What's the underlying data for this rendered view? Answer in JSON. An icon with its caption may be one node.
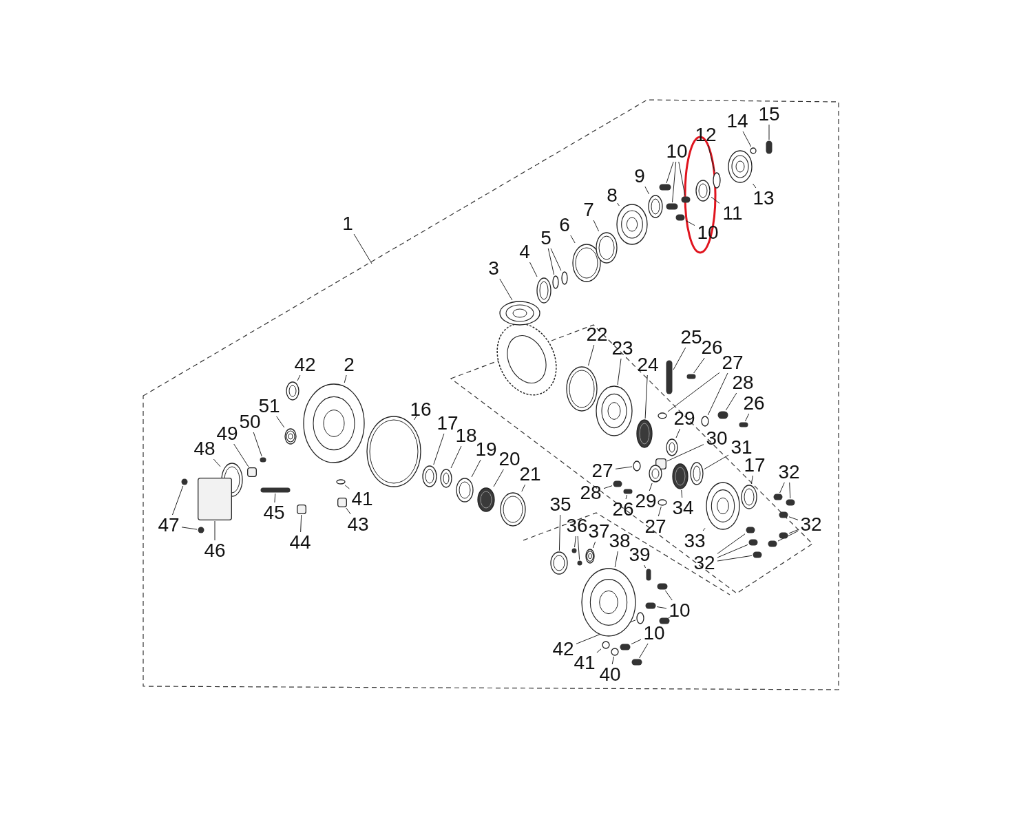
{
  "diagram": {
    "nodes": [
      {
        "text": [
          "1"
        ]
      },
      {
        "text": [
          "2"
        ]
      },
      {
        "text": [
          "3"
        ]
      },
      {
        "text": [
          "4"
        ]
      },
      {
        "text": [
          "5"
        ]
      },
      {
        "text": [
          "6"
        ]
      },
      {
        "text": [
          "7"
        ]
      },
      {
        "text": [
          "8"
        ]
      },
      {
        "text": [
          "9"
        ]
      },
      {
        "text": [
          "10"
        ]
      },
      {
        "text": [
          "12"
        ]
      },
      {
        "text": [
          "14"
        ]
      },
      {
        "text": [
          "15"
        ]
      },
      {
        "text": [
          "13"
        ]
      },
      {
        "text": [
          "11"
        ]
      },
      {
        "text": [
          "10"
        ]
      },
      {
        "text": [
          "42"
        ]
      },
      {
        "text": [
          "51"
        ]
      },
      {
        "text": [
          "50"
        ]
      },
      {
        "text": [
          "49"
        ]
      },
      {
        "text": [
          "48"
        ]
      },
      {
        "text": [
          "47"
        ]
      },
      {
        "text": [
          "46"
        ]
      },
      {
        "text": [
          "45"
        ]
      },
      {
        "text": [
          "44"
        ]
      },
      {
        "text": [
          "43"
        ]
      },
      {
        "text": [
          "41"
        ]
      },
      {
        "text": [
          "16"
        ]
      },
      {
        "text": [
          "17"
        ]
      },
      {
        "text": [
          "18"
        ]
      },
      {
        "text": [
          "19"
        ]
      },
      {
        "text": [
          "20"
        ]
      },
      {
        "text": [
          "21"
        ]
      },
      {
        "text": [
          "22"
        ]
      },
      {
        "text": [
          "23"
        ]
      },
      {
        "text": [
          "24"
        ]
      },
      {
        "text": [
          "25"
        ]
      },
      {
        "text": [
          "26"
        ]
      },
      {
        "text": [
          "27"
        ]
      },
      {
        "text": [
          "28"
        ]
      },
      {
        "text": [
          "26"
        ]
      },
      {
        "text": [
          "29"
        ]
      },
      {
        "text": [
          "30"
        ]
      },
      {
        "text": [
          "31"
        ]
      },
      {
        "text": [
          "17"
        ]
      },
      {
        "text": [
          "32"
        ]
      },
      {
        "text": [
          "32"
        ]
      },
      {
        "text": [
          "32"
        ]
      },
      {
        "text": [
          "33"
        ]
      },
      {
        "text": [
          "34"
        ]
      },
      {
        "text": [
          "27"
        ]
      },
      {
        "text": [
          "29"
        ]
      },
      {
        "text": [
          "26"
        ]
      },
      {
        "text": [
          "28"
        ]
      },
      {
        "text": [
          "27"
        ]
      },
      {
        "text": [
          "35"
        ]
      },
      {
        "text": [
          "36"
        ]
      },
      {
        "text": [
          "37"
        ]
      },
      {
        "text": [
          "38"
        ]
      },
      {
        "text": [
          "39"
        ]
      },
      {
        "text": [
          "10"
        ]
      },
      {
        "text": [
          "10"
        ]
      },
      {
        "text": [
          "42"
        ]
      },
      {
        "text": [
          "41"
        ]
      },
      {
        "text": [
          "40"
        ]
      },
      {
        "text": [],
        "shape": "picture"
      },
      {
        "text": [],
        "shape": "picture"
      },
      {
        "text": [],
        "shape": "circle"
      },
      {
        "text": [],
        "shape": "circle"
      },
      {
        "text": [],
        "shape": "circle"
      },
      {
        "text": [],
        "shape": "circle"
      },
      {
        "text": [],
        "shape": "circle"
      },
      {
        "text": [],
        "shape": "picture"
      },
      {
        "text": [],
        "shape": "circle"
      },
      {
        "text": [],
        "shape": "bar"
      },
      {
        "text": [],
        "shape": "bar"
      },
      {
        "text": [],
        "shape": "bar"
      },
      {
        "text": [],
        "shape": "circle"
      },
      {
        "text": [],
        "shape": "circle"
      },
      {
        "text": [],
        "shape": "bar"
      },
      {
        "text": [],
        "shape": "picture"
      },
      {
        "text": [],
        "shape": "circle"
      },
      {
        "text": [],
        "shape": "bar"
      },
      {
        "text": [],
        "shape": "circle"
      },
      {
        "text": [],
        "shape": "picture"
      },
      {
        "text": [],
        "shape": "bar"
      },
      {
        "text": [],
        "shape": "box"
      },
      {
        "text": [],
        "shape": "circle"
      },
      {
        "text": [],
        "shape": "bar"
      },
      {
        "text": [],
        "shape": "bar"
      },
      {
        "text": [],
        "shape": "box"
      },
      {
        "text": [],
        "shape": "bar"
      },
      {
        "text": [],
        "shape": "box"
      },
      {
        "text": [],
        "shape": "box"
      },
      {
        "text": [],
        "shape": "circle"
      },
      {
        "text": [],
        "shape": "circle"
      },
      {
        "text": [],
        "shape": "circle"
      },
      {
        "text": [],
        "shape": "circle"
      },
      {
        "text": [],
        "shape": "circle"
      },
      {
        "text": [],
        "shape": "circle"
      },
      {
        "text": [],
        "shape": "circle"
      },
      {
        "text": [],
        "shape": "circle"
      },
      {
        "text": [],
        "shape": "picture"
      },
      {
        "text": [],
        "shape": "circle"
      },
      {
        "text": [],
        "shape": "bar"
      },
      {
        "text": [],
        "shape": "bar"
      },
      {
        "text": [],
        "shape": "circle"
      },
      {
        "text": [],
        "shape": "circle"
      },
      {
        "text": [],
        "shape": "bar"
      },
      {
        "text": [],
        "shape": "bar"
      },
      {
        "text": [],
        "shape": "circle"
      },
      {
        "text": [],
        "shape": "box"
      },
      {
        "text": [],
        "shape": "circle"
      },
      {
        "text": [],
        "shape": "circle"
      },
      {
        "text": [],
        "shape": "bar"
      },
      {
        "text": [],
        "shape": "bar"
      },
      {
        "text": [],
        "shape": "bar"
      },
      {
        "text": [],
        "shape": "bar"
      },
      {
        "text": [],
        "shape": "bar"
      },
      {
        "text": [],
        "shape": "bar"
      },
      {
        "text": [],
        "shape": "bar"
      },
      {
        "text": [],
        "shape": "bar"
      },
      {
        "text": [],
        "shape": "picture"
      },
      {
        "text": [],
        "shape": "circle"
      },
      {
        "text": [],
        "shape": "circle"
      },
      {
        "text": [],
        "shape": "circle"
      },
      {
        "text": [],
        "shape": "bar"
      },
      {
        "text": [],
        "shape": "bar"
      },
      {
        "text": [],
        "shape": "circle"
      },
      {
        "text": [],
        "shape": "circle"
      },
      {
        "text": [],
        "shape": "bar"
      },
      {
        "text": [],
        "shape": "bar"
      },
      {
        "text": [],
        "shape": "picture"
      },
      {
        "text": [],
        "shape": "picture"
      },
      {
        "text": [],
        "shape": "bar"
      },
      {
        "text": [],
        "shape": "bar"
      },
      {
        "text": [],
        "shape": "bar"
      },
      {
        "text": [],
        "shape": "bar"
      },
      {
        "text": [],
        "shape": "bar"
      },
      {
        "text": [],
        "shape": "bar"
      },
      {
        "text": [],
        "shape": "circle"
      },
      {
        "text": [],
        "shape": "circle"
      },
      {
        "text": [],
        "shape": "circle"
      }
    ],
    "edges": [
      {
        "from": 0,
        "to": null,
        "arrow": "none"
      },
      {
        "from": 1,
        "to": 65,
        "arrow": "none"
      },
      {
        "from": 2,
        "to": 66,
        "arrow": "none"
      },
      {
        "from": 3,
        "to": 67,
        "arrow": "none"
      },
      {
        "from": 4,
        "to": 68,
        "arrow": "none"
      },
      {
        "from": 4,
        "to": 69,
        "arrow": "none"
      },
      {
        "from": 5,
        "to": 70,
        "arrow": "none"
      },
      {
        "from": 6,
        "to": 71,
        "arrow": "none"
      },
      {
        "from": 7,
        "to": 72,
        "arrow": "none"
      },
      {
        "from": 8,
        "to": 73,
        "arrow": "none"
      },
      {
        "from": 9,
        "to": 74,
        "arrow": "none"
      },
      {
        "from": 9,
        "to": 75,
        "arrow": "none"
      },
      {
        "from": 9,
        "to": 76,
        "arrow": "none"
      },
      {
        "from": 10,
        "to": 77,
        "arrow": "none"
      },
      {
        "from": 11,
        "to": 78,
        "arrow": "none"
      },
      {
        "from": 12,
        "to": 79,
        "arrow": "none"
      },
      {
        "from": 13,
        "to": 80,
        "arrow": "none"
      },
      {
        "from": 14,
        "to": 81,
        "arrow": "none"
      },
      {
        "from": 15,
        "to": 82,
        "arrow": "none"
      },
      {
        "from": 16,
        "to": 83,
        "arrow": "none"
      },
      {
        "from": 17,
        "to": 84,
        "arrow": "none"
      },
      {
        "from": 18,
        "to": 85,
        "arrow": "none"
      },
      {
        "from": 19,
        "to": 86,
        "arrow": "none"
      },
      {
        "from": 20,
        "to": 87,
        "arrow": "none"
      },
      {
        "from": 21,
        "to": 88,
        "arrow": "none"
      },
      {
        "from": 21,
        "to": 89,
        "arrow": "none"
      },
      {
        "from": 22,
        "to": 90,
        "arrow": "none"
      },
      {
        "from": 23,
        "to": 91,
        "arrow": "none"
      },
      {
        "from": 24,
        "to": 92,
        "arrow": "none"
      },
      {
        "from": 25,
        "to": 93,
        "arrow": "none"
      },
      {
        "from": 26,
        "to": 94,
        "arrow": "none"
      },
      {
        "from": 27,
        "to": 95,
        "arrow": "none"
      },
      {
        "from": 28,
        "to": 96,
        "arrow": "none"
      },
      {
        "from": 29,
        "to": 97,
        "arrow": "none"
      },
      {
        "from": 30,
        "to": 98,
        "arrow": "none"
      },
      {
        "from": 31,
        "to": 99,
        "arrow": "none"
      },
      {
        "from": 32,
        "to": 100,
        "arrow": "none"
      },
      {
        "from": 33,
        "to": 101,
        "arrow": "none"
      },
      {
        "from": 34,
        "to": 102,
        "arrow": "none"
      },
      {
        "from": 35,
        "to": 103,
        "arrow": "none"
      },
      {
        "from": 36,
        "to": 104,
        "arrow": "none"
      },
      {
        "from": 37,
        "to": 105,
        "arrow": "none"
      },
      {
        "from": 38,
        "to": 106,
        "arrow": "none"
      },
      {
        "from": 38,
        "to": 107,
        "arrow": "none"
      },
      {
        "from": 39,
        "to": 108,
        "arrow": "none"
      },
      {
        "from": 40,
        "to": 109,
        "arrow": "none"
      },
      {
        "from": 41,
        "to": 110,
        "arrow": "none"
      },
      {
        "from": 42,
        "to": 111,
        "arrow": "none"
      },
      {
        "from": 43,
        "to": 112,
        "arrow": "none"
      },
      {
        "from": 44,
        "to": 113,
        "arrow": "none"
      },
      {
        "from": 45,
        "to": 114,
        "arrow": "none"
      },
      {
        "from": 45,
        "to": 115,
        "arrow": "none"
      },
      {
        "from": 46,
        "to": 116,
        "arrow": "none"
      },
      {
        "from": 46,
        "to": 117,
        "arrow": "none"
      },
      {
        "from": 46,
        "to": 118,
        "arrow": "none"
      },
      {
        "from": 47,
        "to": 119,
        "arrow": "none"
      },
      {
        "from": 47,
        "to": 120,
        "arrow": "none"
      },
      {
        "from": 47,
        "to": 121,
        "arrow": "none"
      },
      {
        "from": 48,
        "to": 122,
        "arrow": "none"
      },
      {
        "from": 49,
        "to": 123,
        "arrow": "none"
      },
      {
        "from": 50,
        "to": 124,
        "arrow": "none"
      },
      {
        "from": 51,
        "to": 125,
        "arrow": "none"
      },
      {
        "from": 52,
        "to": 126,
        "arrow": "none"
      },
      {
        "from": 53,
        "to": 127,
        "arrow": "none"
      },
      {
        "from": 54,
        "to": 128,
        "arrow": "none"
      },
      {
        "from": 55,
        "to": 129,
        "arrow": "none"
      },
      {
        "from": 56,
        "to": 130,
        "arrow": "none"
      },
      {
        "from": 56,
        "to": 131,
        "arrow": "none"
      },
      {
        "from": 57,
        "to": 132,
        "arrow": "none"
      },
      {
        "from": 58,
        "to": 133,
        "arrow": "none"
      },
      {
        "from": 59,
        "to": 134,
        "arrow": "none"
      },
      {
        "from": 60,
        "to": 135,
        "arrow": "none"
      },
      {
        "from": 60,
        "to": 136,
        "arrow": "none"
      },
      {
        "from": 60,
        "to": 137,
        "arrow": "none"
      },
      {
        "from": 61,
        "to": 138,
        "arrow": "none"
      },
      {
        "from": 61,
        "to": 139,
        "arrow": "none"
      },
      {
        "from": 62,
        "to": 140,
        "arrow": "none"
      },
      {
        "from": 63,
        "to": 141,
        "arrow": "none"
      },
      {
        "from": 64,
        "to": 142,
        "arrow": "none"
      }
    ]
  }
}
